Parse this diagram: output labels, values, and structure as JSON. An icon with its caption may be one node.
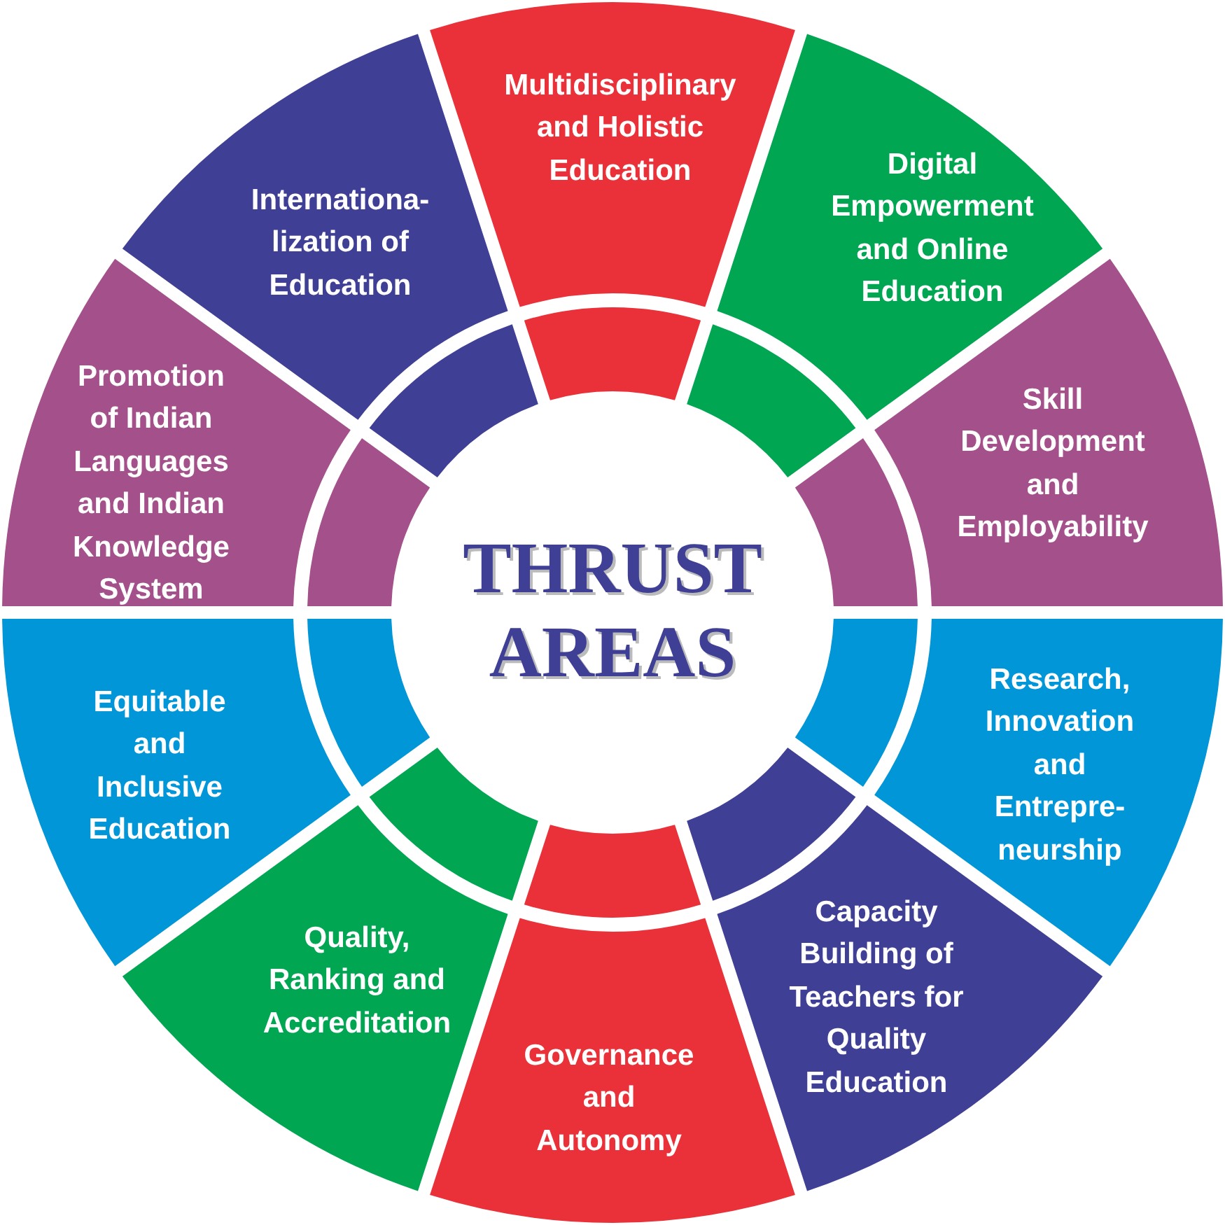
{
  "diagram": {
    "nodes": [
      {
        "text": [
          "THRUST AREAS"
        ]
      },
      {
        "text": [
          "Multidisciplinary and Holistic Education"
        ]
      },
      {
        "text": [
          "Digital Empowerment and Online Education"
        ]
      },
      {
        "text": [
          "Skill Development and Employability"
        ]
      },
      {
        "text": [
          "Research, Innovation and Entrepre-neurship"
        ]
      },
      {
        "text": [
          "Capacity Building of Teachers for Quality Education"
        ]
      },
      {
        "text": [
          "Governance and Autonomy"
        ]
      },
      {
        "text": [
          "Quality, Ranking and Accreditation"
        ]
      },
      {
        "text": [
          "Equitable and Inclusive Education"
        ]
      },
      {
        "text": [
          "Promotion of Indian Languages and Indian Knowledge System"
        ]
      },
      {
        "text": [
          "Internationa-lization of Education"
        ]
      }
    ]
  }
}
